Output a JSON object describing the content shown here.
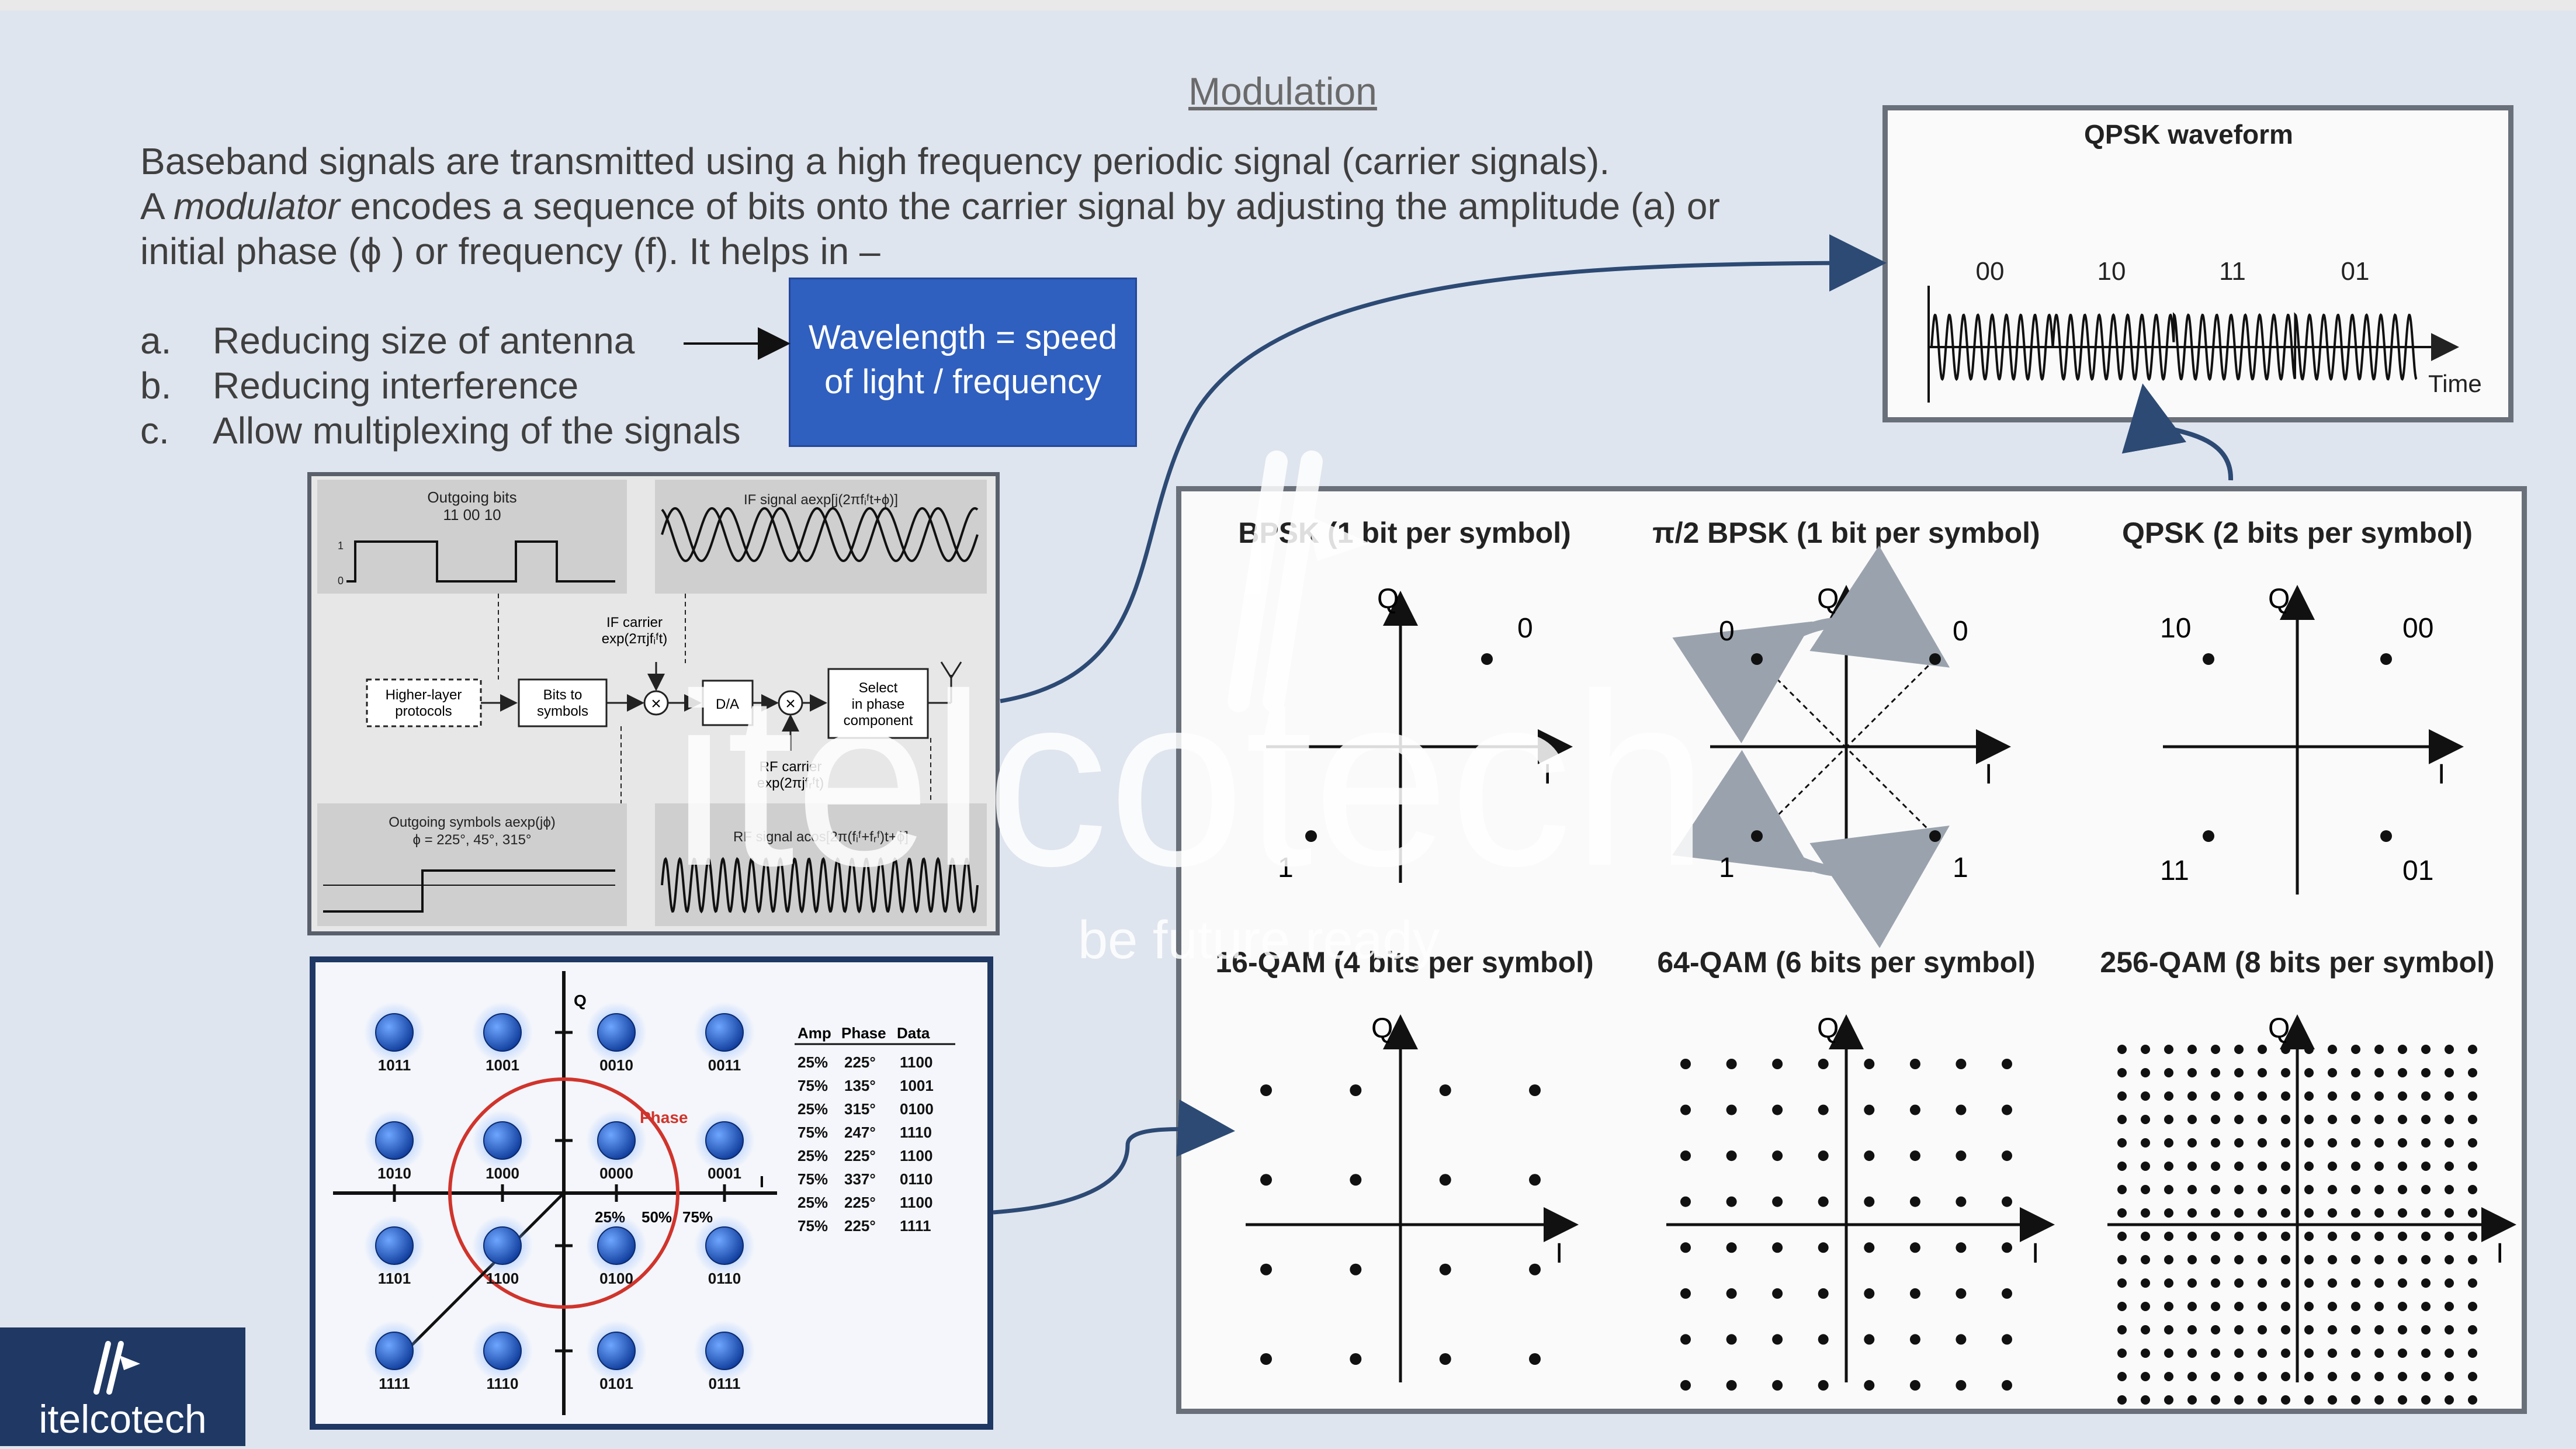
{
  "slide": {
    "title": "Modulation",
    "intro": [
      "Baseband signals are transmitted using a high frequency periodic signal (carrier signals).",
      "A modulator encodes a sequence of bits onto the carrier signal by adjusting the amplitude (a) or",
      "initial phase (ϕ ) or frequency (f). It helps in –"
    ],
    "intro_emphasis": "modulator",
    "list": [
      {
        "marker": "a.",
        "text": "Reducing size of antenna"
      },
      {
        "marker": "b.",
        "text": "Reducing interference"
      },
      {
        "marker": "c.",
        "text": "Allow multiplexing of the signals"
      }
    ],
    "callout": [
      "Wavelength = speed",
      "of light / frequency"
    ]
  },
  "block_diagram": {
    "outgoing_bits": "Outgoing bits",
    "outgoing_bits_value": "11 00 10",
    "axis_one": "1",
    "axis_zero": "0",
    "if_signal": "IF signal aexp[j(2πfᵢᶠt+ϕ)]",
    "if_carrier": [
      "IF carrier",
      "exp(2πjfᵢᶠt)"
    ],
    "higher_layer": [
      "Higher-layer",
      "protocols"
    ],
    "bits_to_symbols": [
      "Bits to",
      "symbols"
    ],
    "da": "D/A",
    "select": [
      "Select",
      "in phase",
      "component"
    ],
    "rf_carrier": [
      "RF carrier",
      "exp(2πjfᵣᶠt)"
    ],
    "outgoing_symbols": [
      "Outgoing symbols aexp(jϕ)",
      "ϕ = 225°, 45°, 315°"
    ],
    "rf_signal": "RF signal acos[2π(fᵢᶠ+fᵣᶠ)t+ϕ]"
  },
  "qam_diagram": {
    "q_label": "Q",
    "i_label": "I",
    "phase_label": "Phase",
    "amp_labels": [
      "25%",
      "50%",
      "75%"
    ],
    "points": [
      [
        "1011",
        "1001",
        "0010",
        "0011"
      ],
      [
        "1010",
        "1000",
        "0000",
        "0001"
      ],
      [
        "1101",
        "1100",
        "0100",
        "0110"
      ],
      [
        "1111",
        "1110",
        "0101",
        "0111"
      ]
    ],
    "table_header": [
      "Amp",
      "Phase",
      "Data"
    ],
    "table_rows": [
      [
        "25%",
        "225°",
        "1100"
      ],
      [
        "75%",
        "135°",
        "1001"
      ],
      [
        "25%",
        "315°",
        "0100"
      ],
      [
        "75%",
        "247°",
        "1110"
      ],
      [
        "25%",
        "225°",
        "1100"
      ],
      [
        "75%",
        "337°",
        "0110"
      ],
      [
        "25%",
        "225°",
        "1100"
      ],
      [
        "75%",
        "225°",
        "1111"
      ]
    ]
  },
  "qpsk_waveform": {
    "title": "QPSK waveform",
    "symbols": [
      "00",
      "10",
      "11",
      "01"
    ],
    "time_label": "Time"
  },
  "constellations": {
    "bpsk": {
      "title": "BPSK (1 bit per symbol)",
      "q": "Q",
      "i": "I",
      "labels": [
        "0",
        "1"
      ]
    },
    "pi2bpsk": {
      "title": "π/2 BPSK (1 bit per symbol)",
      "q": "Q",
      "i": "I",
      "labels": [
        "0",
        "0",
        "1",
        "1"
      ]
    },
    "qpsk": {
      "title": "QPSK (2 bits per symbol)",
      "q": "Q",
      "i": "I",
      "labels": [
        "10",
        "00",
        "11",
        "01"
      ]
    },
    "qam16": {
      "title": "16-QAM (4 bits per symbol)",
      "q": "Q",
      "i": "I",
      "grid": 4
    },
    "qam64": {
      "title": "64-QAM (6 bits per symbol)",
      "q": "Q",
      "i": "I",
      "grid": 8
    },
    "qam256": {
      "title": "256-QAM (8 bits per symbol)",
      "q": "Q",
      "i": "I",
      "grid": 16
    }
  },
  "watermark": {
    "brand": "itelcotech",
    "tagline": "be future ready"
  },
  "logo": {
    "brand": "itelcotech",
    "icon": "itelcotech-logo-icon"
  },
  "colors": {
    "accent": "#2f5fbf",
    "navy": "#1f3864",
    "arrow": "#2c4a74",
    "phase_circle": "#d0342c",
    "qam_point": "#1f5fbf"
  }
}
